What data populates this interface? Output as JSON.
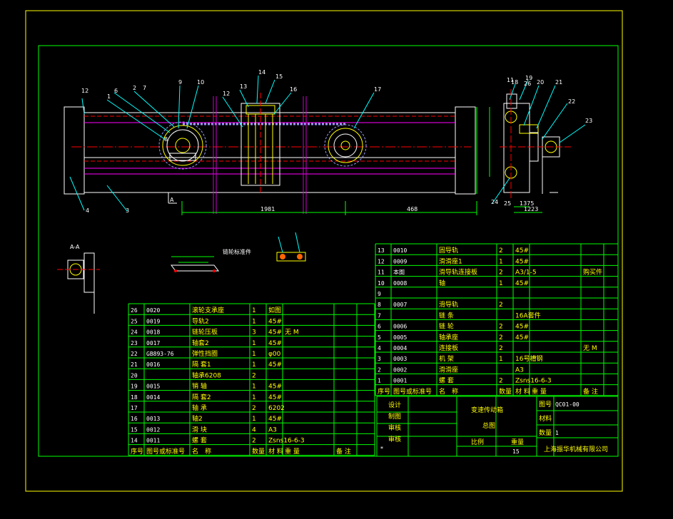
{
  "section_label": "A-A",
  "view_arrow_label": "A",
  "dims": {
    "main_left": "1981",
    "main_right": "468",
    "side_width": "1223",
    "side_small": "1375"
  },
  "labels": {
    "top_callout": "链轮标准件"
  },
  "bom_right": {
    "rows": [
      [
        "13",
        "0010",
        "固导轨",
        "2",
        "45#",
        "",
        ""
      ],
      [
        "12",
        "0009",
        "滑滑座1",
        "1",
        "45#",
        "",
        ""
      ],
      [
        "11",
        "本图",
        "滑导轨连接板",
        "2",
        "A3/1-5",
        "",
        "购买件"
      ],
      [
        "10",
        "0008",
        "轴",
        "1",
        "45#",
        "",
        ""
      ],
      [
        "9",
        "",
        "",
        "",
        "",
        "",
        ""
      ],
      [
        "8",
        "0007",
        "滑导轨",
        "2",
        "",
        "",
        ""
      ],
      [
        "7",
        "",
        "链  条",
        "",
        "16A套件",
        "",
        ""
      ],
      [
        "6",
        "0006",
        "链  轮",
        "2",
        "45#",
        "",
        ""
      ],
      [
        "5",
        "0005",
        "轴承座",
        "2",
        "45#",
        "",
        ""
      ],
      [
        "4",
        "0004",
        "连接板",
        "2",
        "",
        "",
        "无  M"
      ],
      [
        "3",
        "0003",
        "机  架",
        "1",
        "16号槽钢",
        "",
        ""
      ],
      [
        "2",
        "0002",
        "滑滑座",
        "",
        "A3",
        "",
        ""
      ],
      [
        "1",
        "0001",
        "螺  套",
        "2",
        "Zsns16-6-3",
        "",
        ""
      ]
    ],
    "header": [
      "序号",
      "图号或标准号",
      "名　称",
      "数量",
      "材 料",
      "重 量",
      "备 注"
    ]
  },
  "bom_left": {
    "rows": [
      [
        "26",
        "0020",
        "滚轮支承座",
        "1",
        "如图",
        "",
        ""
      ],
      [
        "25",
        "0019",
        "导轨2",
        "1",
        "45#",
        "",
        ""
      ],
      [
        "24",
        "0018",
        "链轮压板",
        "3",
        "45#",
        "无  M",
        ""
      ],
      [
        "23",
        "0017",
        "轴套2",
        "1",
        "45#",
        "",
        ""
      ],
      [
        "22",
        "GB893-76",
        "弹性挡圈",
        "1",
        "φ00",
        "",
        ""
      ],
      [
        "21",
        "0016",
        "隔  套1",
        "1",
        "45#",
        "",
        ""
      ],
      [
        "20",
        "",
        "轴承6208",
        "2",
        "",
        "",
        ""
      ],
      [
        "19",
        "0015",
        "销  轴",
        "1",
        "45#",
        "",
        ""
      ],
      [
        "18",
        "0014",
        "隔  套2",
        "1",
        "45#",
        "",
        ""
      ],
      [
        "17",
        "",
        "轴  承",
        "2",
        "6202",
        "",
        ""
      ],
      [
        "16",
        "0013",
        "轴2",
        "1",
        "45#",
        "",
        ""
      ],
      [
        "15",
        "0012",
        "滑  块",
        "4",
        "A3",
        "",
        ""
      ],
      [
        "14",
        "0011",
        "螺  套",
        "2",
        "Zsns16-6-3",
        "",
        ""
      ]
    ],
    "header": [
      "序号",
      "图号或标准号",
      "名　称",
      "数量",
      "材 料",
      "重 量",
      "备 注"
    ]
  },
  "title_block": {
    "roles": [
      "设计",
      "制图",
      "审核",
      "审核"
    ],
    "drawing_name_1": "变速传动箱",
    "drawing_name_2": "总图",
    "drawing_no_label": "图号",
    "drawing_no": "QC01-00",
    "material_label": "材料",
    "quantity_label": "数量",
    "quantity": "1",
    "scale_label": "比例",
    "weight_label": "重量",
    "sheet": "15",
    "company": "上海振华机械有限公司",
    "mark": "*"
  },
  "part_refs": [
    "1",
    "2",
    "3",
    "4",
    "5",
    "6",
    "7",
    "8",
    "9",
    "10",
    "11",
    "12",
    "13",
    "14",
    "15",
    "16",
    "17",
    "18",
    "19",
    "20",
    "21",
    "22",
    "23",
    "24",
    "25",
    "26"
  ]
}
